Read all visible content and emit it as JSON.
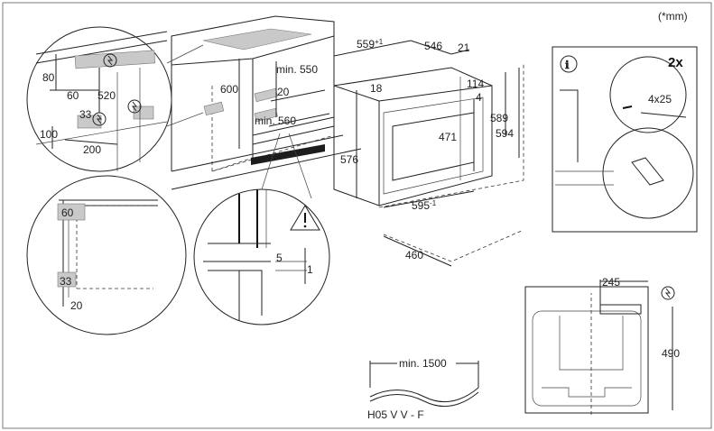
{
  "unit_note": "(*mm)",
  "panel_count_label": "2x",
  "info_icon": "ℹ",
  "screw_label": "4x25",
  "cabinet_dims": {
    "d80": "80",
    "d60": "60",
    "d520": "520",
    "d600": "600",
    "d33": "33",
    "d100": "100",
    "d200": "200",
    "min550": "min. 550",
    "d20": "20",
    "min560": "min. 560"
  },
  "oven_dims": {
    "d559": "559",
    "d559_sup": "+1",
    "d546": "546",
    "d21": "21",
    "d18": "18",
    "d114": "114",
    "d4": "4",
    "d589": "589",
    "d594": "594",
    "d471": "471",
    "d576": "576",
    "d595": "595",
    "d595_sup": "-1",
    "d460": "460"
  },
  "corner_detail": {
    "d60": "60",
    "d33": "33",
    "d20": "20"
  },
  "gap_detail": {
    "d5": "5",
    "d1": "1"
  },
  "cable": {
    "length": "min. 1500",
    "type": "H05 V V - F"
  },
  "rear_view": {
    "d245": "245",
    "d490": "490"
  },
  "icons": {
    "plug": "plug-icon",
    "warning": "warning-icon",
    "info": "info-icon"
  }
}
